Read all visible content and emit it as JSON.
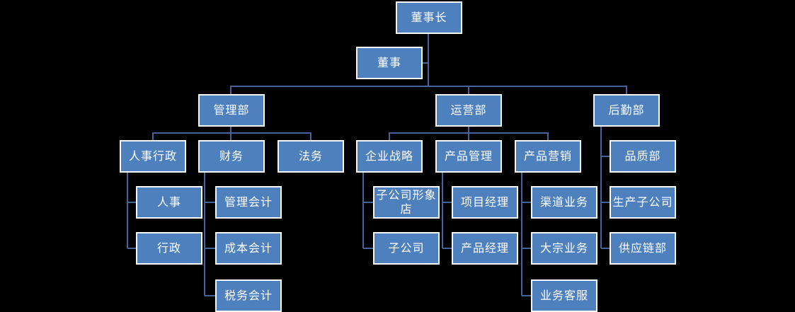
{
  "org_chart": {
    "type": "organization-chart",
    "background_color": "#000000",
    "node_fill_color": "#4D80BC",
    "node_border_color": "#F7F7F7",
    "connector_color": "#44639B",
    "text_color": "#FFFFFF",
    "nodes": [
      {
        "id": "chairman",
        "label": "董事长",
        "parent": null,
        "role": "root"
      },
      {
        "id": "director",
        "label": "董事",
        "parent": "chairman",
        "role": "assistant"
      },
      {
        "id": "management-dept",
        "label": "管理部",
        "parent": "chairman",
        "role": "branch"
      },
      {
        "id": "operations-dept",
        "label": "运营部",
        "parent": "chairman",
        "role": "branch"
      },
      {
        "id": "logistics-dept",
        "label": "后勤部",
        "parent": "chairman",
        "role": "branch"
      },
      {
        "id": "hr-admin",
        "label": "人事行政",
        "parent": "management-dept",
        "role": "branch"
      },
      {
        "id": "finance",
        "label": "财务",
        "parent": "management-dept",
        "role": "branch"
      },
      {
        "id": "legal",
        "label": "法务",
        "parent": "management-dept",
        "role": "leaf"
      },
      {
        "id": "hr",
        "label": "人事",
        "parent": "hr-admin",
        "role": "leaf"
      },
      {
        "id": "admin",
        "label": "行政",
        "parent": "hr-admin",
        "role": "leaf"
      },
      {
        "id": "mgmt-accounting",
        "label": "管理会计",
        "parent": "finance",
        "role": "leaf"
      },
      {
        "id": "cost-accounting",
        "label": "成本会计",
        "parent": "finance",
        "role": "leaf"
      },
      {
        "id": "tax-accounting",
        "label": "税务会计",
        "parent": "finance",
        "role": "leaf"
      },
      {
        "id": "corp-strategy",
        "label": "企业战略",
        "parent": "operations-dept",
        "role": "branch"
      },
      {
        "id": "product-mgmt",
        "label": "产品管理",
        "parent": "operations-dept",
        "role": "branch"
      },
      {
        "id": "product-marketing",
        "label": "产品营销",
        "parent": "operations-dept",
        "role": "branch"
      },
      {
        "id": "subsidiary-image-store",
        "label": "子公司形象店",
        "parent": "corp-strategy",
        "role": "leaf"
      },
      {
        "id": "subsidiary",
        "label": "子公司",
        "parent": "corp-strategy",
        "role": "leaf"
      },
      {
        "id": "project-manager",
        "label": "项目经理",
        "parent": "product-mgmt",
        "role": "leaf"
      },
      {
        "id": "product-manager",
        "label": "产品经理",
        "parent": "product-mgmt",
        "role": "leaf"
      },
      {
        "id": "channel-business",
        "label": "渠道业务",
        "parent": "product-marketing",
        "role": "leaf"
      },
      {
        "id": "bulk-business",
        "label": "大宗业务",
        "parent": "product-marketing",
        "role": "leaf"
      },
      {
        "id": "business-service",
        "label": "业务客服",
        "parent": "product-marketing",
        "role": "leaf"
      },
      {
        "id": "quality-dept",
        "label": "品质部",
        "parent": "logistics-dept",
        "role": "leaf"
      },
      {
        "id": "production-subsidiary",
        "label": "生产子公司",
        "parent": "logistics-dept",
        "role": "leaf"
      },
      {
        "id": "supply-chain-dept",
        "label": "供应链部",
        "parent": "logistics-dept",
        "role": "leaf"
      }
    ]
  }
}
